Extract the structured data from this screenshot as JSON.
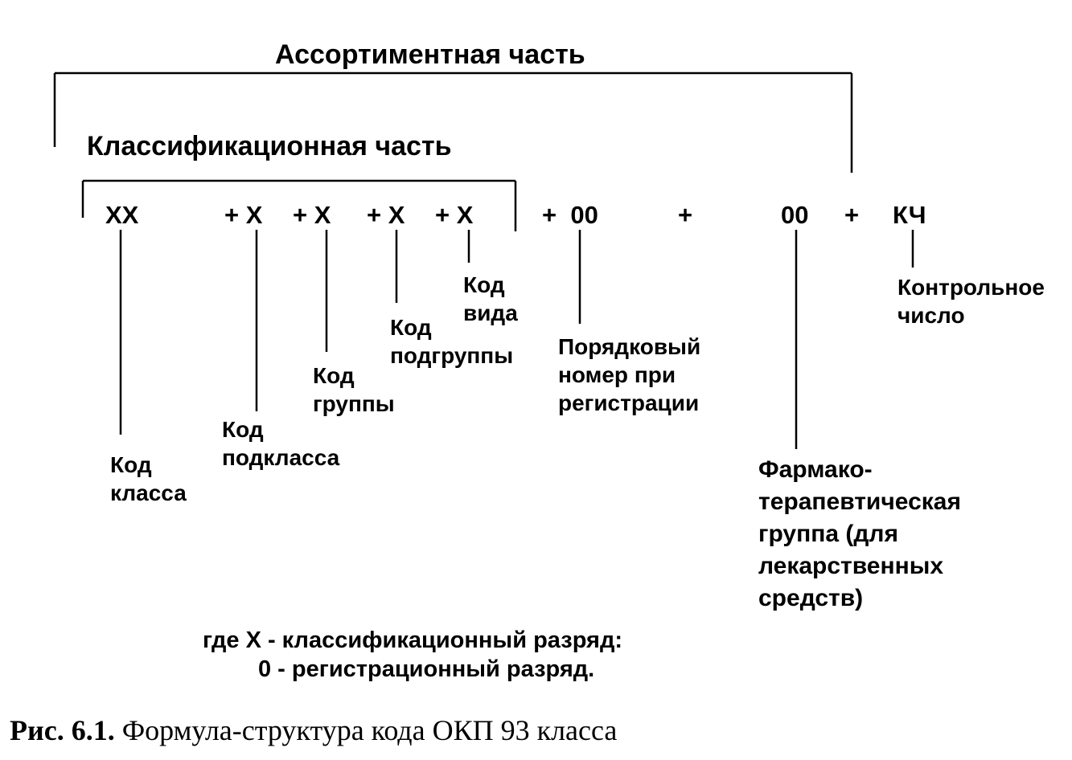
{
  "headings": {
    "assortment": "Ассортиментная часть",
    "classification": "Классификационная часть"
  },
  "code_segments": {
    "class": "XX",
    "subclass": "+ X",
    "group": "+ X",
    "subgroup": "+ X",
    "kind": "+ X",
    "serial": "+  00",
    "plus": "+",
    "pharma": "00",
    "plus_check": "+",
    "check": "КЧ"
  },
  "labels": {
    "class": [
      "Код",
      "класса"
    ],
    "subclass": [
      "Код",
      "подкласса"
    ],
    "group": [
      "Код",
      "группы"
    ],
    "subgroup": [
      "Код",
      "подгруппы"
    ],
    "kind": [
      "Код",
      "вида"
    ],
    "serial": [
      "Порядковый",
      "номер при",
      "регистрации"
    ],
    "pharma": [
      "Фармако-",
      "терапевтическая",
      "группа (для",
      "лекарственных",
      "средств)"
    ],
    "check": [
      "Контрольное",
      "число"
    ]
  },
  "legend": {
    "line1": "где X - классификационный разряд:",
    "line2": "0 - регистрационный разряд."
  },
  "caption": {
    "number": "Рис. 6.1.",
    "text": "Формула-структура кода ОКП 93 класса"
  }
}
